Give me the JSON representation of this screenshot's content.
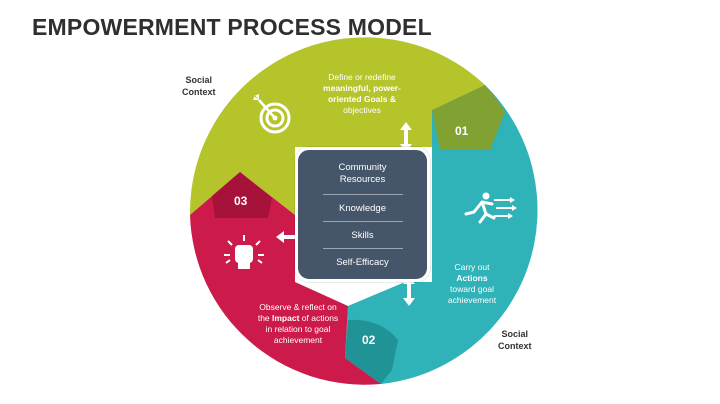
{
  "title": "EMPOWERMENT PROCESS MODEL",
  "social_context": {
    "line1": "Social",
    "line2": "Context"
  },
  "segments": [
    {
      "number": "01",
      "color": "#b5c42b",
      "lines": [
        {
          "parts": [
            {
              "t": "Define or redefine",
              "b": false
            }
          ]
        },
        {
          "parts": [
            {
              "t": "meaningful, power-",
              "b": true
            }
          ]
        },
        {
          "parts": [
            {
              "t": "oriented Goals &",
              "b": true
            }
          ]
        },
        {
          "parts": [
            {
              "t": "objectives",
              "b": false
            }
          ]
        }
      ],
      "icon": "target-icon"
    },
    {
      "number": "02",
      "color": "#2fb3b8",
      "lines": [
        {
          "parts": [
            {
              "t": "Carry out",
              "b": false
            }
          ]
        },
        {
          "parts": [
            {
              "t": "Actions",
              "b": true
            }
          ]
        },
        {
          "parts": [
            {
              "t": "toward goal",
              "b": false
            }
          ]
        },
        {
          "parts": [
            {
              "t": "achievement",
              "b": false
            }
          ]
        }
      ],
      "icon": "running-person-icon"
    },
    {
      "number": "03",
      "color": "#cc1a4a",
      "lines": [
        {
          "parts": [
            {
              "t": "Observe & reflect on",
              "b": false
            }
          ]
        },
        {
          "parts": [
            {
              "t": "the ",
              "b": false
            },
            {
              "t": "Impact",
              "b": true
            },
            {
              "t": " of actions",
              "b": false
            }
          ]
        },
        {
          "parts": [
            {
              "t": "in relation to goal",
              "b": false
            }
          ]
        },
        {
          "parts": [
            {
              "t": "achievement",
              "b": false
            }
          ]
        }
      ],
      "icon": "raised-fist-icon"
    }
  ],
  "center_box": {
    "items": [
      "Community Resources",
      "Knowledge",
      "Skills",
      "Self-Efficacy"
    ]
  },
  "colors": {
    "lime": "#b5c42b",
    "teal": "#2fb3b8",
    "crimson": "#cc1a4a",
    "slate": "#46566a"
  }
}
